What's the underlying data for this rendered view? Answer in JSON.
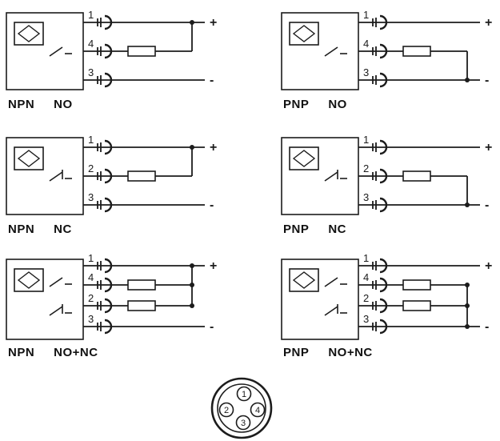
{
  "page": {
    "background": "#ffffff",
    "line_color": "#1c1c1c"
  },
  "diagrams": [
    {
      "id": "npn-no",
      "family": "NPN",
      "mode": "NO",
      "polarity": "npn",
      "switches": [
        "no"
      ],
      "pins": [
        "1",
        "4",
        "3"
      ],
      "loads": [
        1
      ],
      "plus": "+",
      "minus": "-"
    },
    {
      "id": "pnp-no",
      "family": "PNP",
      "mode": "NO",
      "polarity": "pnp",
      "switches": [
        "no"
      ],
      "pins": [
        "1",
        "4",
        "3"
      ],
      "loads": [
        1
      ],
      "plus": "+",
      "minus": "-"
    },
    {
      "id": "npn-nc",
      "family": "NPN",
      "mode": "NC",
      "polarity": "npn",
      "switches": [
        "nc"
      ],
      "pins": [
        "1",
        "2",
        "3"
      ],
      "loads": [
        1
      ],
      "plus": "+",
      "minus": "-"
    },
    {
      "id": "pnp-nc",
      "family": "PNP",
      "mode": "NC",
      "polarity": "pnp",
      "switches": [
        "nc"
      ],
      "pins": [
        "1",
        "2",
        "3"
      ],
      "loads": [
        1
      ],
      "plus": "+",
      "minus": "-"
    },
    {
      "id": "npn-no-nc",
      "family": "NPN",
      "mode": "NO+NC",
      "polarity": "npn",
      "switches": [
        "no",
        "nc"
      ],
      "pins": [
        "1",
        "4",
        "2",
        "3"
      ],
      "loads": [
        1,
        2
      ],
      "plus": "+",
      "minus": "-"
    },
    {
      "id": "pnp-no-nc",
      "family": "PNP",
      "mode": "NO+NC",
      "polarity": "pnp",
      "switches": [
        "no",
        "nc"
      ],
      "pins": [
        "1",
        "4",
        "2",
        "3"
      ],
      "loads": [
        1,
        2
      ],
      "plus": "+",
      "minus": "-"
    }
  ],
  "connector": {
    "pins": [
      "1",
      "2",
      "3",
      "4"
    ]
  }
}
